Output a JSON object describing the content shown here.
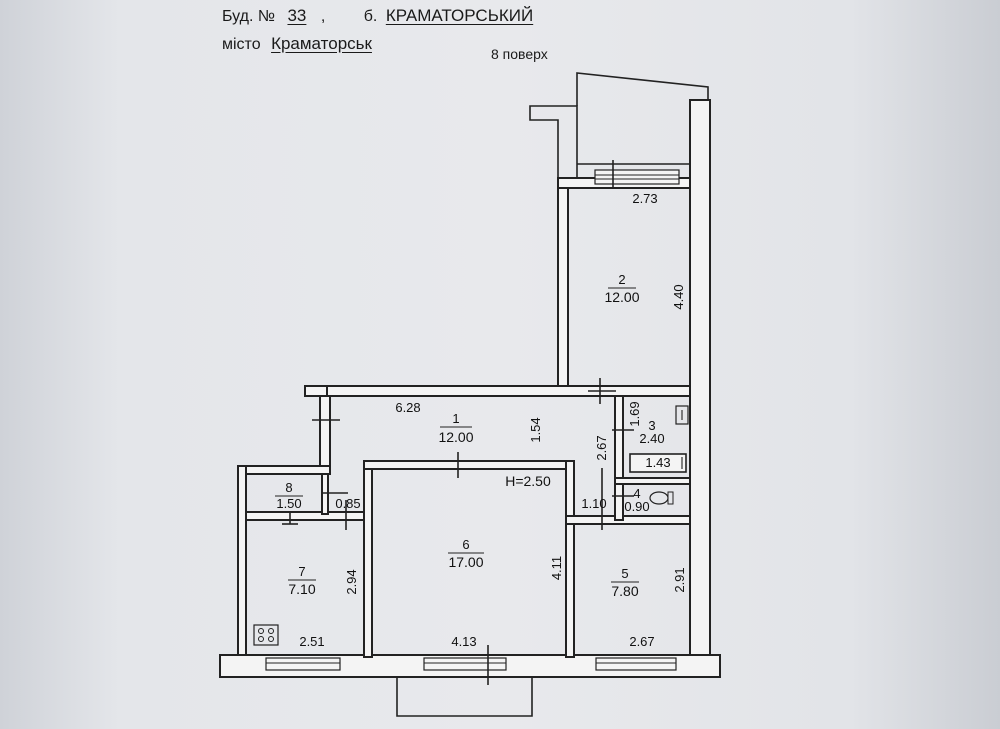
{
  "header": {
    "building_label": "Буд. №",
    "building_number": "33",
    "comma": ",",
    "street_prefix": "б.",
    "street_name": "КРАМАТОРСЬКИЙ",
    "city_label": "місто",
    "city_name": "Краматорськ",
    "floor": "8  поверх"
  },
  "rooms": [
    {
      "num": "1",
      "area": "12.00"
    },
    {
      "num": "2",
      "area": "12.00"
    },
    {
      "num": "3",
      "area": "2.40"
    },
    {
      "num": "4",
      "area": "0.90"
    },
    {
      "num": "5",
      "area": "7.80"
    },
    {
      "num": "6",
      "area": "17.00"
    },
    {
      "num": "7",
      "area": "7.10"
    },
    {
      "num": "8",
      "area": "1.50"
    }
  ],
  "dimensions": {
    "room2_width": "2.73",
    "room2_length": "4.40",
    "room1_width": "6.28",
    "room1_depth": "1.54",
    "room1_side": "2.67",
    "room3_side": "1.69",
    "bath": "1.43",
    "room4_width": "1.10",
    "room8_side": "0.85",
    "room7_side": "2.94",
    "room7_width": "2.51",
    "room6_width": "4.13",
    "room6_length": "4.11",
    "room5_side": "2.91",
    "room5_width": "2.67",
    "height": "H=2.50"
  }
}
